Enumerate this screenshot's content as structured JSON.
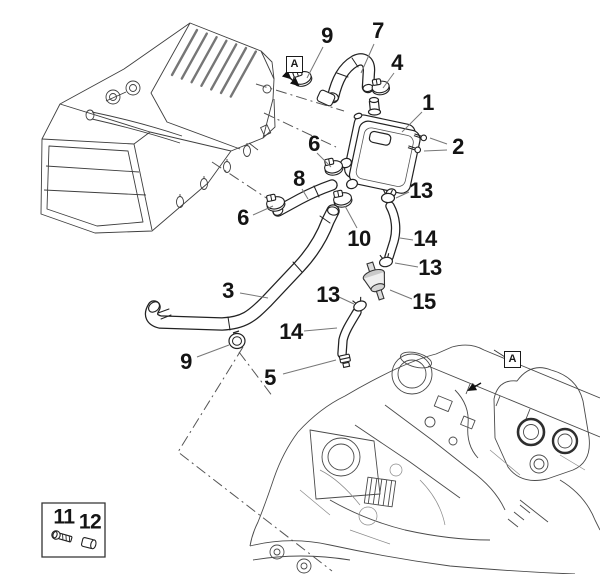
{
  "figure": {
    "type": "exploded-parts-diagram",
    "background_color": "#ffffff",
    "line_color": "#3a3a3a",
    "label_color": "#141414"
  },
  "callouts": [
    {
      "id": "9-top",
      "label": "9"
    },
    {
      "id": "7",
      "label": "7"
    },
    {
      "id": "4",
      "label": "4"
    },
    {
      "id": "1",
      "label": "1"
    },
    {
      "id": "2",
      "label": "2"
    },
    {
      "id": "6-upper",
      "label": "6"
    },
    {
      "id": "8",
      "label": "8"
    },
    {
      "id": "13-a",
      "label": "13"
    },
    {
      "id": "6-lower",
      "label": "6"
    },
    {
      "id": "10",
      "label": "10"
    },
    {
      "id": "14-upper",
      "label": "14"
    },
    {
      "id": "13-b",
      "label": "13"
    },
    {
      "id": "3",
      "label": "3"
    },
    {
      "id": "13-c",
      "label": "13"
    },
    {
      "id": "15",
      "label": "15"
    },
    {
      "id": "14-lower",
      "label": "14"
    },
    {
      "id": "9-lower",
      "label": "9"
    },
    {
      "id": "5",
      "label": "5"
    },
    {
      "id": "11",
      "label": "11"
    },
    {
      "id": "12",
      "label": "12"
    }
  ],
  "view_markers": [
    {
      "id": "view-a-top",
      "label": "A"
    },
    {
      "id": "view-a-engine",
      "label": "A"
    }
  ]
}
